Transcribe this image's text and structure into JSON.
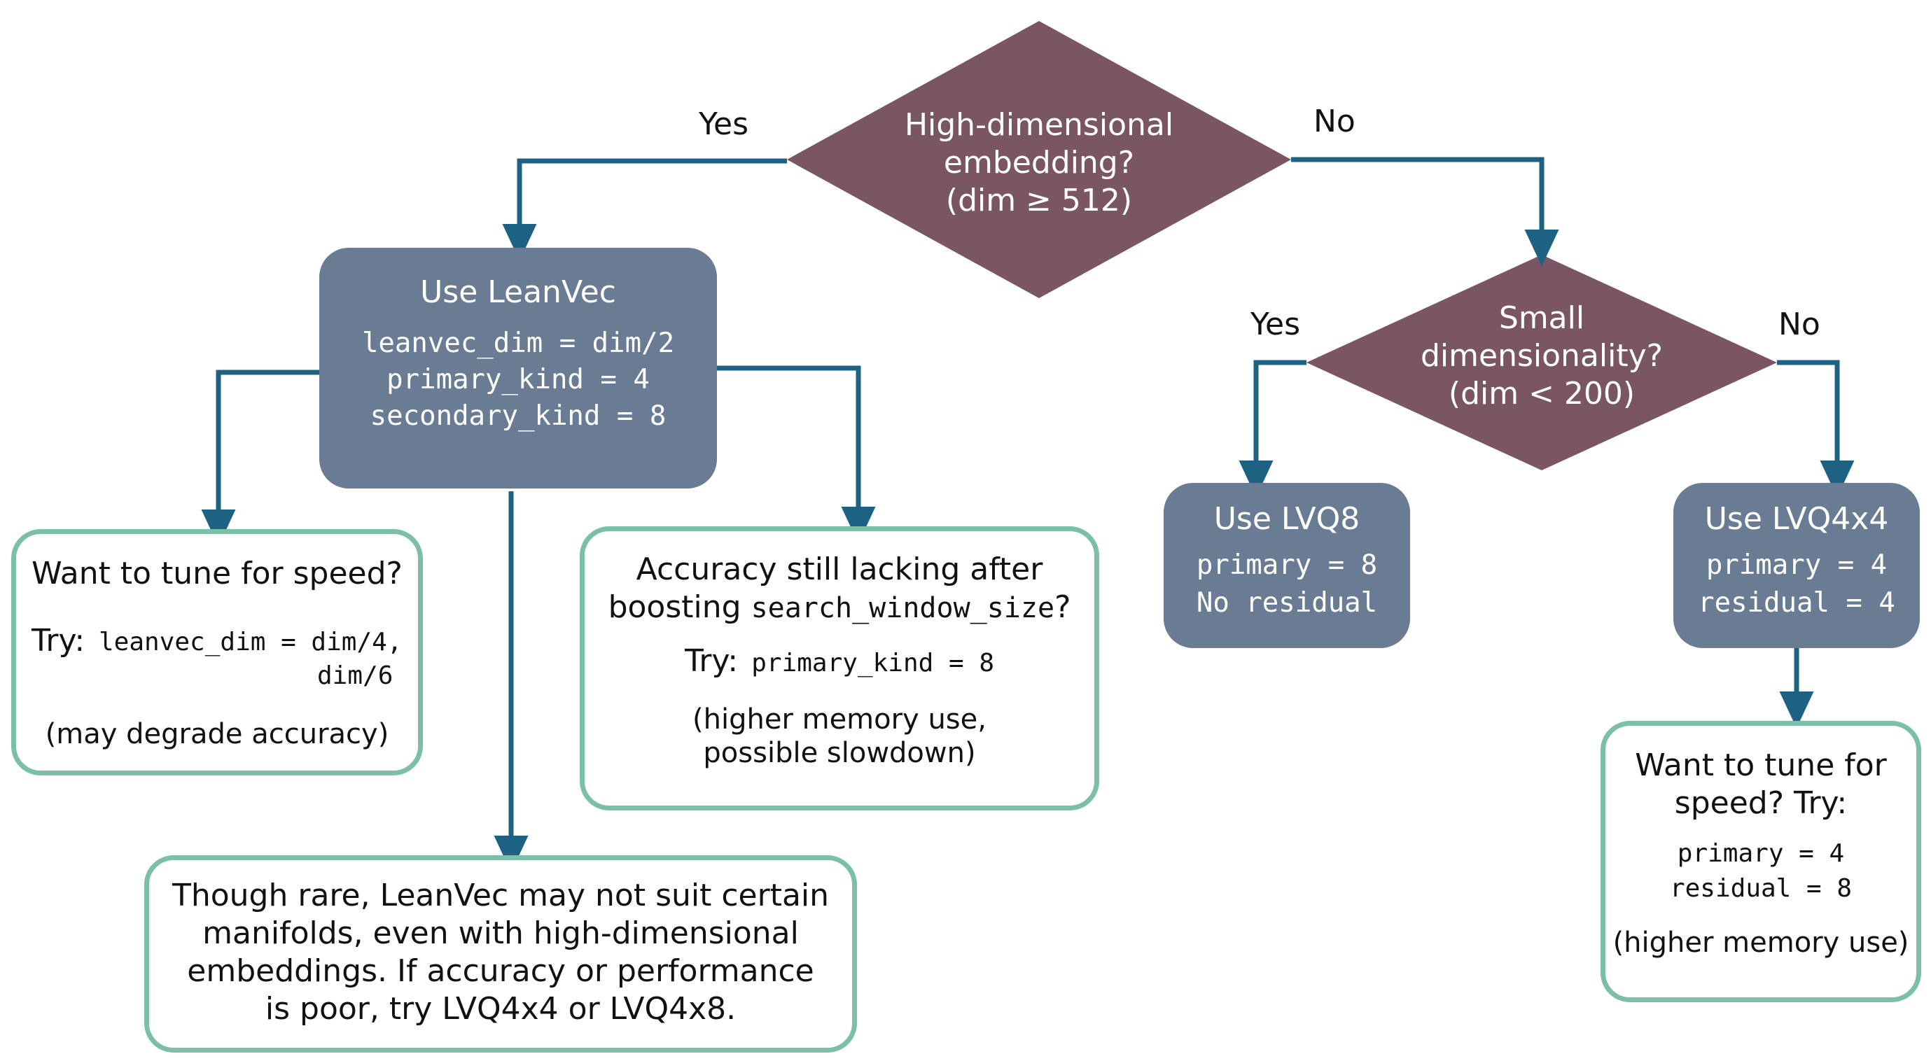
{
  "decisions": {
    "high_dim": {
      "lines": [
        "High-dimensional",
        "embedding?",
        "(dim ≥ 512)"
      ],
      "yes": "Yes",
      "no": "No"
    },
    "small_dim": {
      "lines": [
        "Small",
        "dimensionality?",
        "(dim < 200)"
      ],
      "yes": "Yes",
      "no": "No"
    }
  },
  "leanvec": {
    "title": "Use LeanVec",
    "params": [
      "leanvec_dim = dim/2",
      "primary_kind = 4",
      "secondary_kind = 8"
    ]
  },
  "lvq8": {
    "title": "Use LVQ8",
    "params": [
      "primary = 8",
      "No residual"
    ]
  },
  "lvq4x4": {
    "title": "Use LVQ4x4",
    "params": [
      "primary = 4",
      "residual = 4"
    ]
  },
  "speed_tip": {
    "title": "Want to tune for speed?",
    "try_label": "Try:",
    "code_line1": "leanvec_dim = dim/4,",
    "code_line2": "dim/6",
    "note": "(may degrade accuracy)"
  },
  "accuracy_tip": {
    "line1": "Accuracy still lacking after",
    "line2_prefix": "boosting",
    "line2_code": "search_window_size",
    "line2_suffix": "?",
    "try_label": "Try:",
    "code": "primary_kind = 8",
    "note_line1": "(higher memory use,",
    "note_line2": "possible slowdown)"
  },
  "rare_tip": {
    "lines": [
      "Though rare, LeanVec may not suit certain",
      "manifolds, even with high-dimensional",
      "embeddings. If accuracy or performance",
      "is poor, try LVQ4x4 or LVQ4x8."
    ]
  },
  "lvq_speed_tip": {
    "line1": "Want to tune for",
    "line2": "speed? Try:",
    "code_line1": "primary = 4",
    "code_line2": "residual = 8",
    "note": "(higher memory use)"
  },
  "colors": {
    "decision": "#7a5563",
    "process": "#6a7c94",
    "tip_border": "#7cbfa8",
    "arrow": "#1d6283"
  }
}
